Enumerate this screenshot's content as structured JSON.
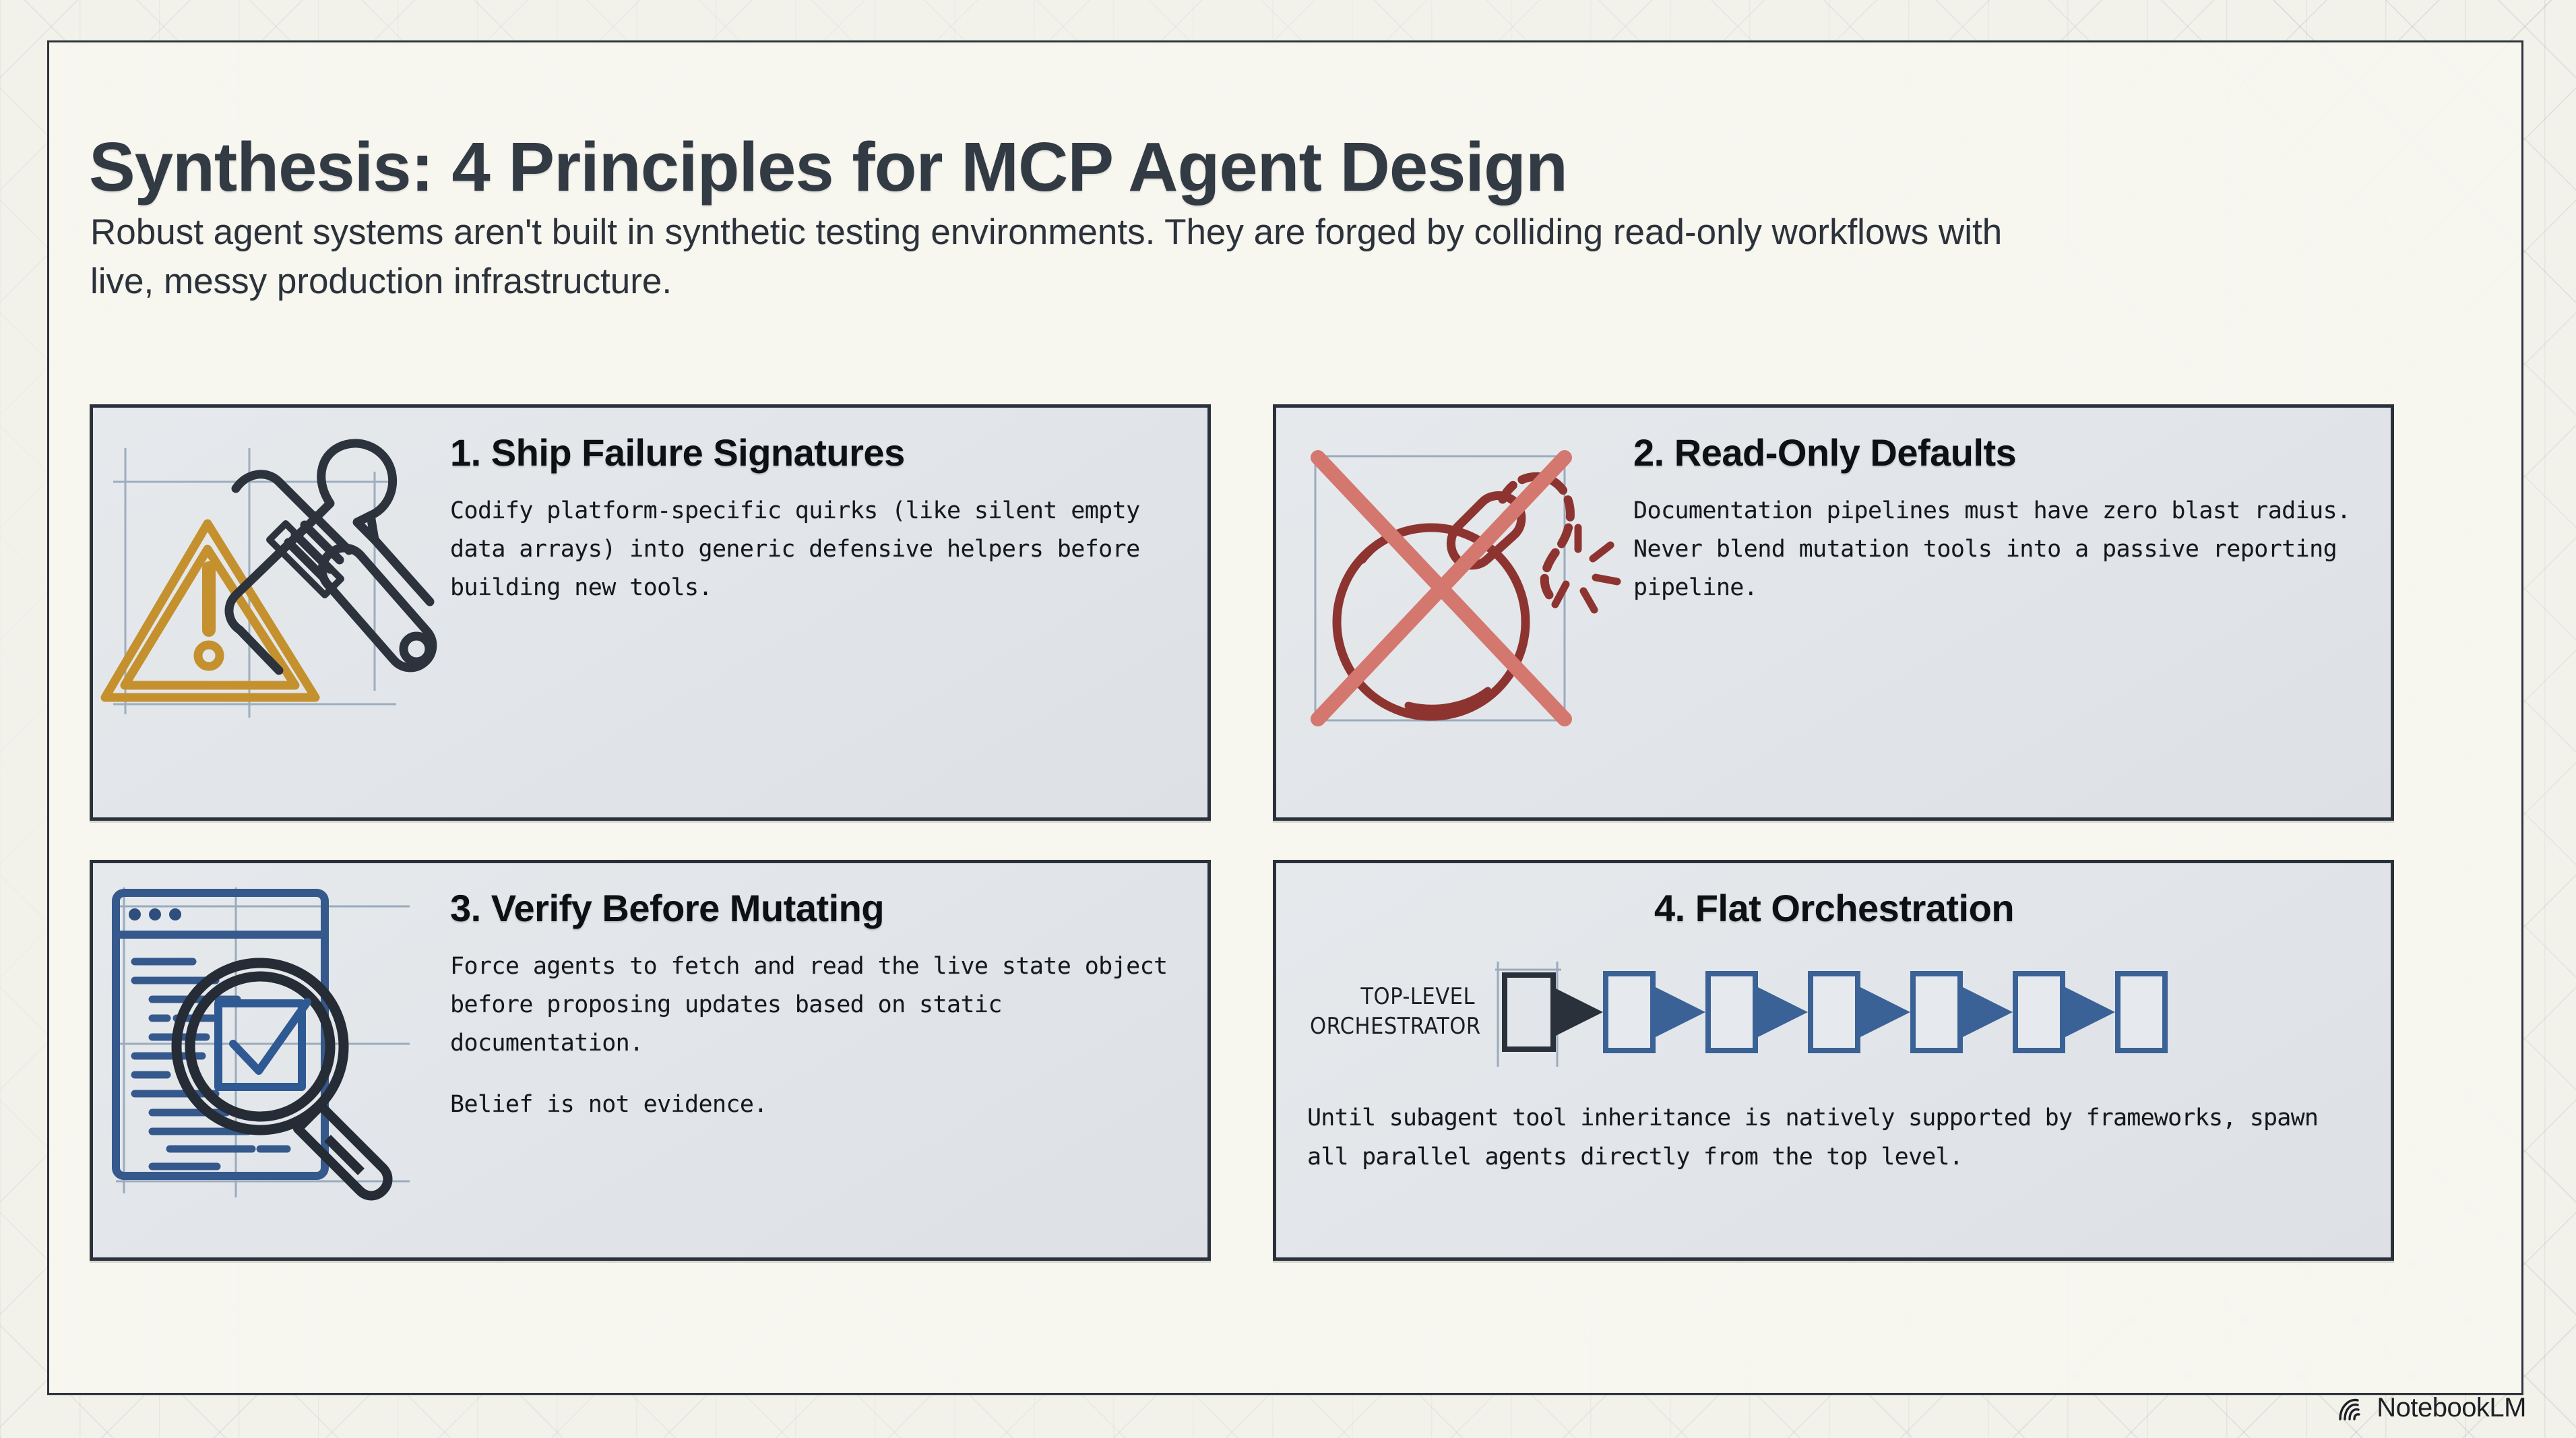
{
  "header": {
    "title": "Synthesis: 4 Principles for MCP Agent Design",
    "subtitle": "Robust agent systems aren't built in synthetic testing environments. They are forged by colliding read-only workflows with live, messy production infrastructure."
  },
  "cards": [
    {
      "id": "card-1",
      "icon": "wrench-warning-icon",
      "title": "1. Ship Failure Signatures",
      "body": "Codify platform-specific quirks (like silent empty data arrays) into generic defensive helpers before building new tools."
    },
    {
      "id": "card-2",
      "icon": "no-bomb-icon",
      "title": "2. Read-Only Defaults",
      "body": "Documentation pipelines must have zero blast radius. Never blend mutation tools into a passive reporting pipeline."
    },
    {
      "id": "card-3",
      "icon": "document-magnifier-check-icon",
      "title": "3. Verify Before Mutating",
      "body": "Force agents to fetch and read the live state object before proposing updates based on static documentation.",
      "body2": "Belief is not evidence."
    },
    {
      "id": "card-4",
      "icon": "flat-orchestration-diagram",
      "title": "4. Flat Orchestration",
      "diagram_label_line1": "TOP-LEVEL",
      "diagram_label_line2": "ORCHESTRATOR",
      "diagram_node_count": 6,
      "body": "Until subagent tool inheritance is natively supported by frameworks, spawn all parallel agents directly from the top level."
    }
  ],
  "footer": {
    "brand": "NotebookLM",
    "icon": "notebooklm-spiral-icon"
  },
  "colors": {
    "page_background": "#f2f1ea",
    "frame_border": "#2e343d",
    "card_background": "#e4e7eb",
    "card_border": "#2b313a",
    "title_text": "#323a44",
    "accent_amber": "#c9962f",
    "accent_red": "#9e3430",
    "accent_red_light": "#d4776e",
    "accent_blue": "#3b6296",
    "accent_dark": "#2b313a",
    "blueprint_line": "#9aa7b8"
  }
}
